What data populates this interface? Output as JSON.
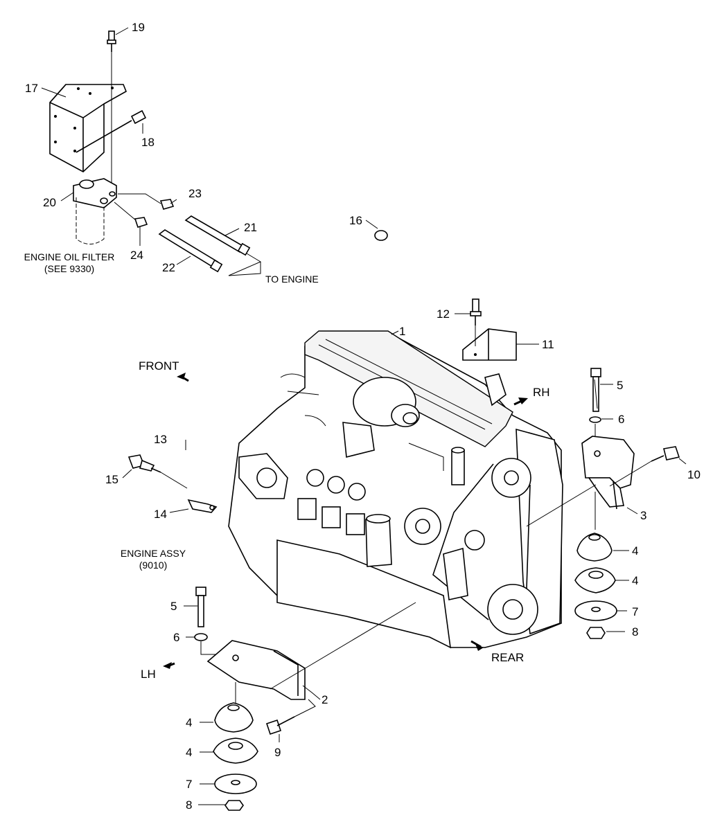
{
  "callouts": {
    "c1": "1",
    "c2": "2",
    "c3": "3",
    "c4": "4",
    "c5": "5",
    "c6": "6",
    "c7": "7",
    "c8": "8",
    "c9": "9",
    "c10": "10",
    "c11": "11",
    "c12": "12",
    "c13": "13",
    "c14": "14",
    "c15": "15",
    "c16": "16",
    "c17": "17",
    "c18": "18",
    "c19": "19",
    "c20": "20",
    "c21": "21",
    "c22": "22",
    "c23": "23",
    "c24": "24"
  },
  "notes": {
    "oil_filter_line1": "ENGINE OIL FILTER",
    "oil_filter_line2": "(SEE 9330)",
    "to_engine": "TO ENGINE",
    "engine_assy_line1": "ENGINE ASSY",
    "engine_assy_line2": "(9010)"
  },
  "directions": {
    "front": "FRONT",
    "rh": "RH",
    "lh": "LH",
    "rear": "REAR"
  }
}
